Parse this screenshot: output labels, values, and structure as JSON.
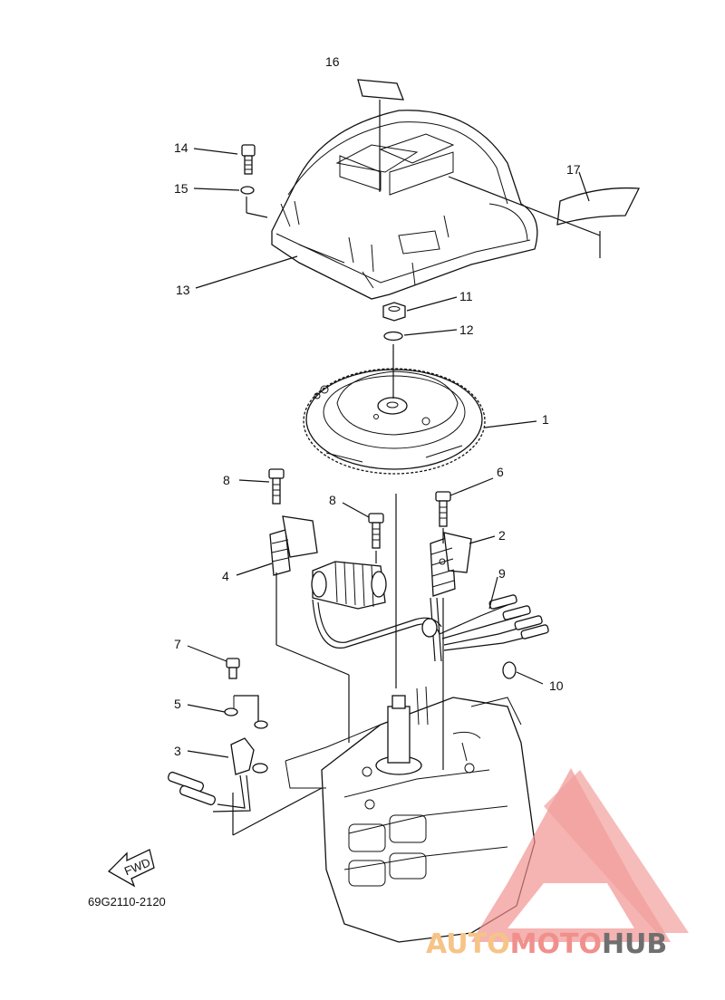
{
  "callouts": {
    "c1": "1",
    "c2": "2",
    "c3": "3",
    "c4": "4",
    "c5": "5",
    "c6": "6",
    "c7": "7",
    "c8a": "8",
    "c8b": "8",
    "c9": "9",
    "c10": "10",
    "c11": "11",
    "c12": "12",
    "c13": "13",
    "c14": "14",
    "c15": "15",
    "c16": "16",
    "c17": "17"
  },
  "fwd_label": "FWD",
  "diagram_code": "69G2110-2120",
  "watermark": {
    "part1": "AUTO",
    "part2": "MOTO",
    "part3": "HUB"
  },
  "colors": {
    "line": "#111111",
    "watermark_red": "#f0908c",
    "watermark_orange": "#f6c487",
    "watermark_gray": "#6f6f6f"
  }
}
